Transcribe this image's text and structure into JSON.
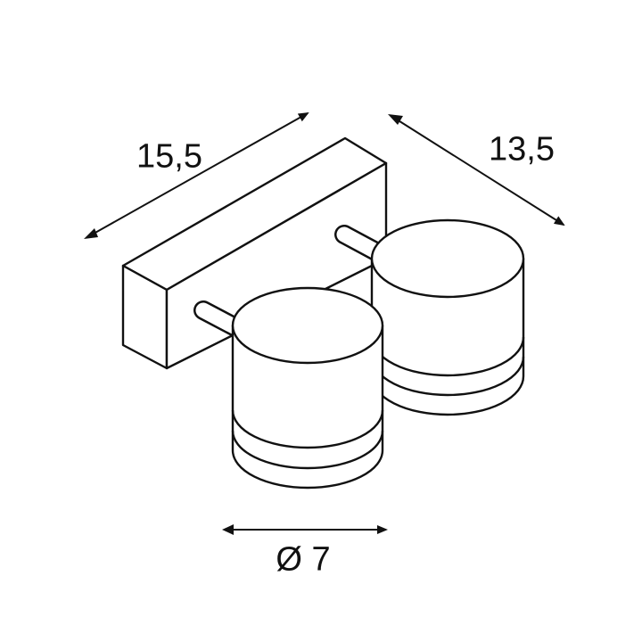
{
  "dimensions": {
    "width_label": "15,5",
    "depth_label": "13,5",
    "diameter_label": "Ø 7"
  },
  "colors": {
    "line": "#111111",
    "fill": "#ffffff"
  }
}
